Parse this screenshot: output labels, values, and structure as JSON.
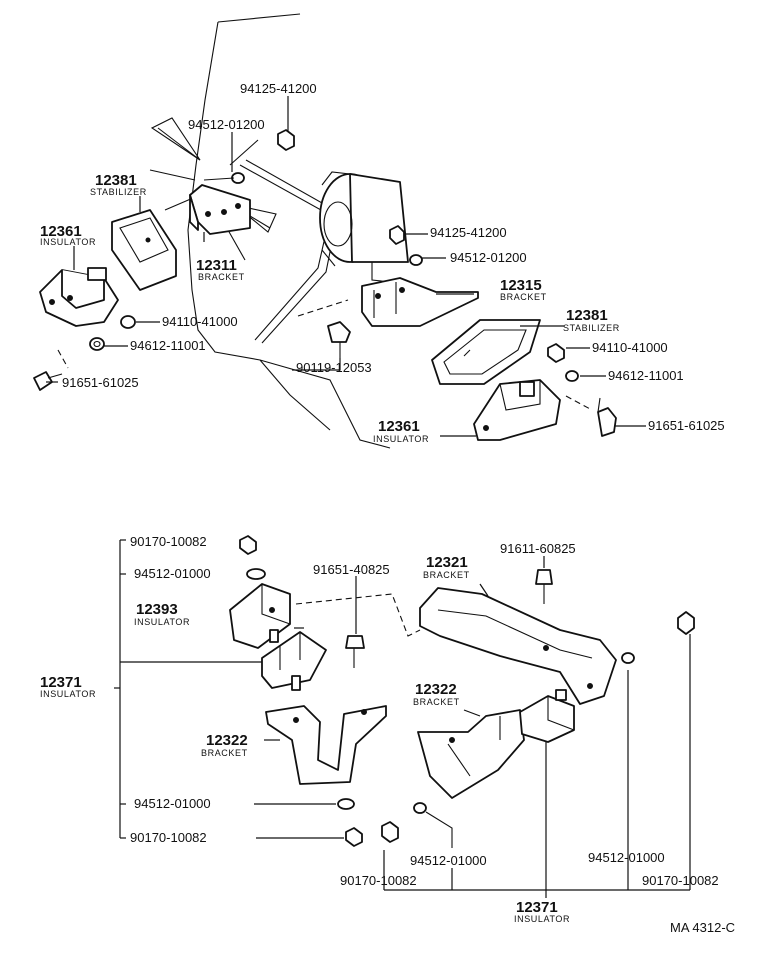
{
  "figure_ref": "MA 4312-C",
  "upper": {
    "engine_nut_top": "94125-41200",
    "engine_washer_top": "94512-01200",
    "left_stabilizer": {
      "number": "12381",
      "caption": "STABILIZER"
    },
    "left_insulator": {
      "number": "12361",
      "caption": "INSULATOR"
    },
    "engine_bracket": {
      "number": "12311",
      "caption": "BRACKET"
    },
    "left_nut": "94110-41000",
    "left_washer": "94612-11001",
    "left_bolt": "91651-61025",
    "alt_nut": "94125-41200",
    "alt_washer": "94512-01200",
    "right_bracket": {
      "number": "12315",
      "caption": "BRACKET"
    },
    "right_stabilizer": {
      "number": "12381",
      "caption": "STABILIZER"
    },
    "center_bolt": "90119-12053",
    "right_nut": "94110-41000",
    "right_washer": "94612-11001",
    "right_insulator": {
      "number": "12361",
      "caption": "INSULATOR"
    },
    "right_bolt": "91651-61025"
  },
  "lower": {
    "nut_a": "90170-10082",
    "washer_a": "94512-01000",
    "insulator_12393": {
      "number": "12393",
      "caption": "INSULATOR"
    },
    "insulator_12371_left": {
      "number": "12371",
      "caption": "INSULATOR"
    },
    "bolt_40825": "91651-40825",
    "crossmember_bracket": {
      "number": "12321",
      "caption": "BRACKET"
    },
    "bolt_60825": "91611-60825",
    "bracket_12322_left": {
      "number": "12322",
      "caption": "BRACKET"
    },
    "bracket_12322_right": {
      "number": "12322",
      "caption": "BRACKET"
    },
    "washer_b": "94512-01000",
    "nut_b": "90170-10082",
    "washer_c": "94512-01000",
    "nut_c": "90170-10082",
    "washer_d": "94512-01000",
    "nut_d": "90170-10082",
    "insulator_12371_bottom": {
      "number": "12371",
      "caption": "INSULATOR"
    }
  }
}
